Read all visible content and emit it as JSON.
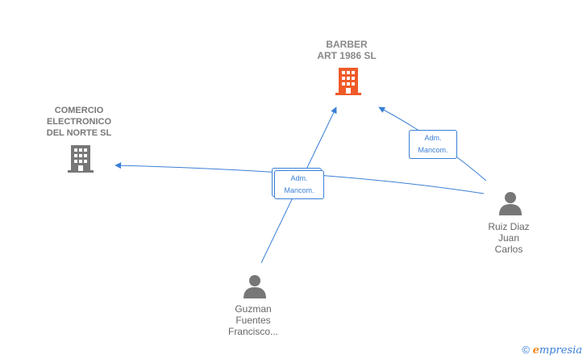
{
  "nodes": {
    "barber": {
      "name_line1": "BARBER",
      "name_line2": "ART 1986  SL",
      "color": "#f05a28"
    },
    "comercio": {
      "name_line1": "COMERCIO",
      "name_line2": "ELECTRONICO",
      "name_line3": "DEL NORTE  SL",
      "color": "#777777"
    },
    "ruiz": {
      "name_line1": "Ruiz Diaz",
      "name_line2": "Juan",
      "name_line3": "Carlos"
    },
    "guzman": {
      "name_line1": "Guzman",
      "name_line2": "Fuentes",
      "name_line3": "Francisco..."
    }
  },
  "edges": {
    "ruiz_barber": {
      "line1": "Adm.",
      "line2": "Mancom."
    },
    "shared": {
      "line1": "Adm.",
      "line2": "Mancom."
    }
  },
  "watermark": {
    "copyright": "©",
    "brand_e": "e",
    "brand_rest": "mpresia"
  },
  "colors": {
    "edge": "#3a7fd5",
    "company": "#777777",
    "main_company": "#f05a28",
    "person": "#777777"
  }
}
